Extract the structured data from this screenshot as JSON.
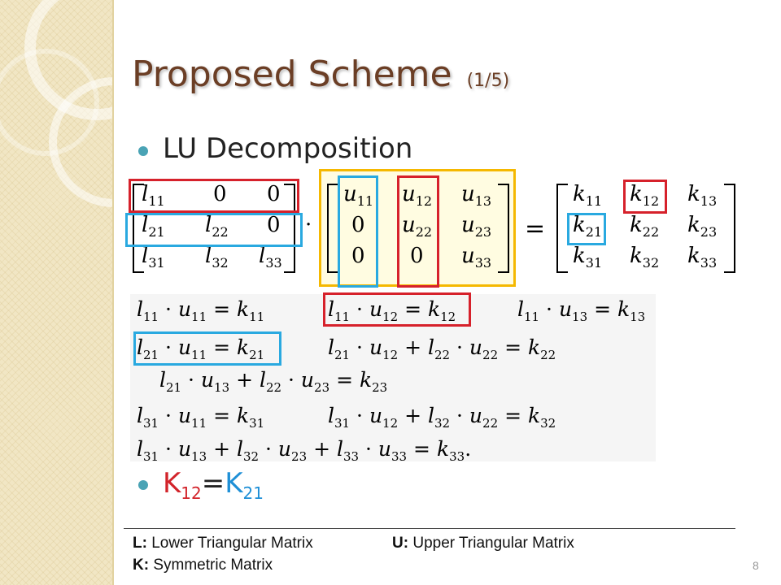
{
  "title": {
    "main": "Proposed Scheme",
    "sub": "(1/5)"
  },
  "bullets": {
    "lu": "LU Decomposition"
  },
  "matrices": {
    "L": [
      [
        "l11",
        "0",
        "0"
      ],
      [
        "l21",
        "l22",
        "0"
      ],
      [
        "l31",
        "l32",
        "l33"
      ]
    ],
    "U": [
      [
        "u11",
        "u12",
        "u13"
      ],
      [
        "0",
        "u22",
        "u23"
      ],
      [
        "0",
        "0",
        "u33"
      ]
    ],
    "K": [
      [
        "k11",
        "k12",
        "k13"
      ],
      [
        "k21",
        "k22",
        "k23"
      ],
      [
        "k31",
        "k32",
        "k33"
      ]
    ],
    "dot": "·",
    "equals": "="
  },
  "equations": [
    "l11 · u11 = k11",
    "l11 · u12 = k12",
    "l11 · u13 = k13",
    "l21 · u11 = k21",
    "l21 · u12 + l22 · u22 = k22",
    "l21 · u13 + l22 · u23 = k23",
    "l31 · u11 = k31",
    "l31 · u12 + l32 · u22 = k32",
    "l31 · u13 + l32 · u23 + l33 · u33 = k33."
  ],
  "symmetry": {
    "k_left": "K",
    "k_left_sub": "12",
    "eq": "=",
    "k_right": "K",
    "k_right_sub": "21"
  },
  "footer": {
    "l_key": "L:",
    "l_text": "Lower Triangular Matrix",
    "u_key": "U:",
    "u_text": "Upper Triangular Matrix",
    "k_key": "K:",
    "k_text": "Symmetric Matrix"
  },
  "page_number": "8",
  "colors": {
    "title": "#6b3e25",
    "accent_red": "#d6212b",
    "accent_blue": "#29a9e0",
    "accent_yellow": "#f5b800",
    "bullet": "#4aa3b5",
    "sidebar": "#f1e6c4"
  }
}
